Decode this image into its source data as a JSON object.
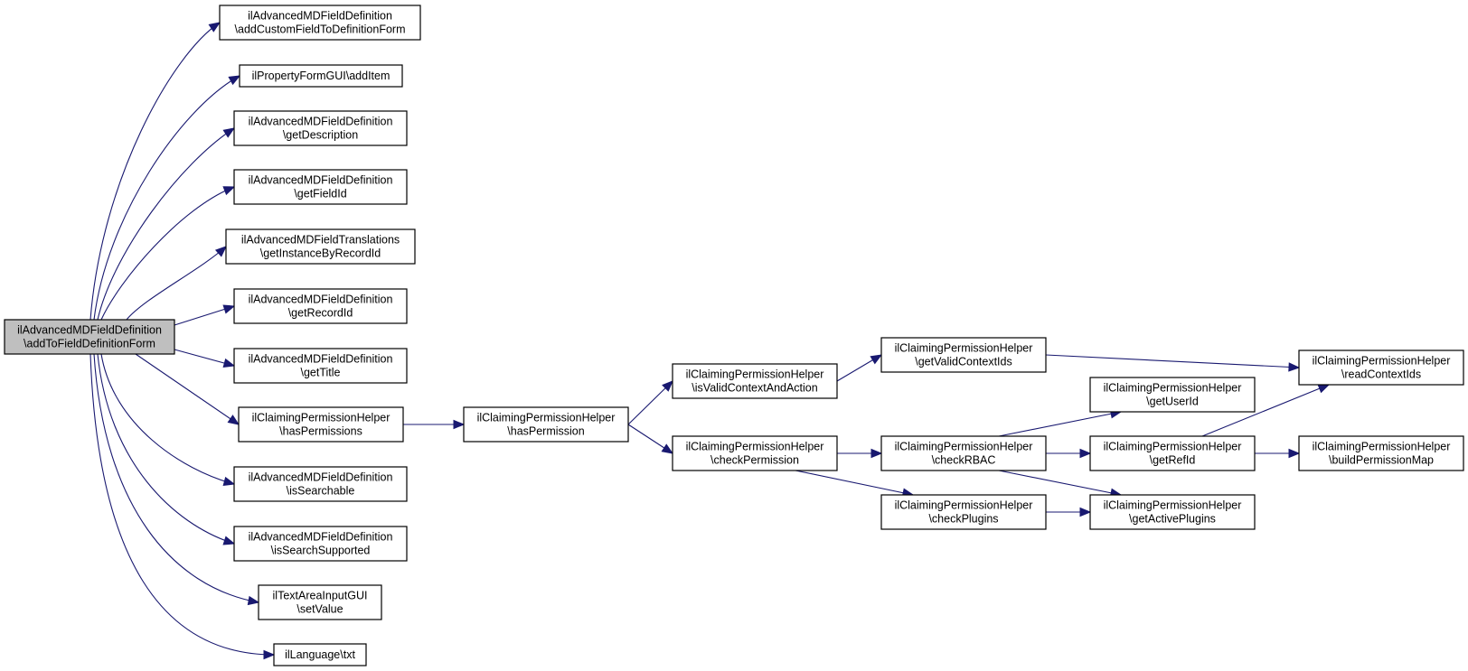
{
  "nodes": [
    {
      "id": "root",
      "lines": [
        "ilAdvancedMDFieldDefinition",
        "\\addToFieldDefinitionForm"
      ],
      "root": true
    },
    {
      "id": "n1",
      "lines": [
        "ilAdvancedMDFieldDefinition",
        "\\addCustomFieldToDefinitionForm"
      ]
    },
    {
      "id": "n2",
      "lines": [
        "ilPropertyFormGUI\\addItem"
      ]
    },
    {
      "id": "n3",
      "lines": [
        "ilAdvancedMDFieldDefinition",
        "\\getDescription"
      ]
    },
    {
      "id": "n4",
      "lines": [
        "ilAdvancedMDFieldDefinition",
        "\\getFieldId"
      ]
    },
    {
      "id": "n5",
      "lines": [
        "ilAdvancedMDFieldTranslations",
        "\\getInstanceByRecordId"
      ]
    },
    {
      "id": "n6",
      "lines": [
        "ilAdvancedMDFieldDefinition",
        "\\getRecordId"
      ]
    },
    {
      "id": "n7",
      "lines": [
        "ilAdvancedMDFieldDefinition",
        "\\getTitle"
      ]
    },
    {
      "id": "n8",
      "lines": [
        "ilClaimingPermissionHelper",
        "\\hasPermissions"
      ]
    },
    {
      "id": "n9",
      "lines": [
        "ilAdvancedMDFieldDefinition",
        "\\isSearchable"
      ]
    },
    {
      "id": "n10",
      "lines": [
        "ilAdvancedMDFieldDefinition",
        "\\isSearchSupported"
      ]
    },
    {
      "id": "n11",
      "lines": [
        "ilTextAreaInputGUI",
        "\\setValue"
      ]
    },
    {
      "id": "n12",
      "lines": [
        "ilLanguage\\txt"
      ]
    },
    {
      "id": "p1",
      "lines": [
        "ilClaimingPermissionHelper",
        "\\hasPermission"
      ]
    },
    {
      "id": "p2",
      "lines": [
        "ilClaimingPermissionHelper",
        "\\isValidContextAndAction"
      ]
    },
    {
      "id": "p3",
      "lines": [
        "ilClaimingPermissionHelper",
        "\\checkPermission"
      ]
    },
    {
      "id": "p4",
      "lines": [
        "ilClaimingPermissionHelper",
        "\\getValidContextIds"
      ]
    },
    {
      "id": "p5",
      "lines": [
        "ilClaimingPermissionHelper",
        "\\checkRBAC"
      ]
    },
    {
      "id": "p6",
      "lines": [
        "ilClaimingPermissionHelper",
        "\\checkPlugins"
      ]
    },
    {
      "id": "p7",
      "lines": [
        "ilClaimingPermissionHelper",
        "\\getUserId"
      ]
    },
    {
      "id": "p8",
      "lines": [
        "ilClaimingPermissionHelper",
        "\\getRefId"
      ]
    },
    {
      "id": "p9",
      "lines": [
        "ilClaimingPermissionHelper",
        "\\getActivePlugins"
      ]
    },
    {
      "id": "p10",
      "lines": [
        "ilClaimingPermissionHelper",
        "\\readContextIds"
      ]
    },
    {
      "id": "p11",
      "lines": [
        "ilClaimingPermissionHelper",
        "\\buildPermissionMap"
      ]
    }
  ],
  "edges": [
    {
      "from": "root",
      "to": "n1"
    },
    {
      "from": "root",
      "to": "n2"
    },
    {
      "from": "root",
      "to": "n3"
    },
    {
      "from": "root",
      "to": "n4"
    },
    {
      "from": "root",
      "to": "n5"
    },
    {
      "from": "root",
      "to": "n6"
    },
    {
      "from": "root",
      "to": "n7"
    },
    {
      "from": "root",
      "to": "n8"
    },
    {
      "from": "root",
      "to": "n9"
    },
    {
      "from": "root",
      "to": "n10"
    },
    {
      "from": "root",
      "to": "n11"
    },
    {
      "from": "root",
      "to": "n12"
    },
    {
      "from": "n8",
      "to": "p1"
    },
    {
      "from": "p1",
      "to": "p2"
    },
    {
      "from": "p1",
      "to": "p3"
    },
    {
      "from": "p2",
      "to": "p4"
    },
    {
      "from": "p4",
      "to": "p10"
    },
    {
      "from": "p3",
      "to": "p5"
    },
    {
      "from": "p3",
      "to": "p6"
    },
    {
      "from": "p5",
      "to": "p7"
    },
    {
      "from": "p5",
      "to": "p8"
    },
    {
      "from": "p5",
      "to": "p9"
    },
    {
      "from": "p6",
      "to": "p9"
    },
    {
      "from": "p8",
      "to": "p10"
    },
    {
      "from": "p8",
      "to": "p11"
    }
  ],
  "colors": {
    "edge": "#191970",
    "root_fill": "#bfbfbf",
    "node_fill": "#ffffff",
    "node_border": "#000000"
  }
}
